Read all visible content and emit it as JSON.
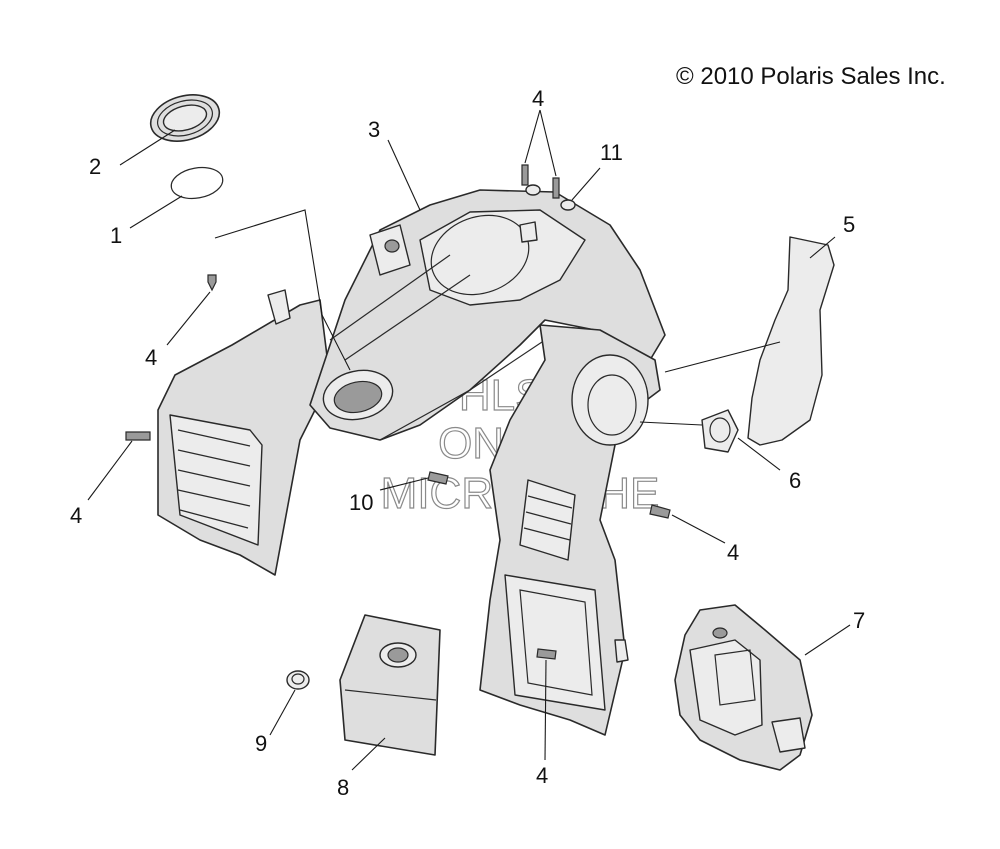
{
  "copyright": "© 2010 Polaris Sales Inc.",
  "watermark": [
    "HLSM",
    "ONLINE",
    "MICROFICHE"
  ],
  "callouts": {
    "c1": "1",
    "c2": "2",
    "c3": "3",
    "c4a": "4",
    "c4b": "4",
    "c4c": "4",
    "c4d": "4",
    "c4e": "4",
    "c5": "5",
    "c6": "6",
    "c7": "7",
    "c8": "8",
    "c9": "9",
    "c10": "10",
    "c11": "11"
  }
}
